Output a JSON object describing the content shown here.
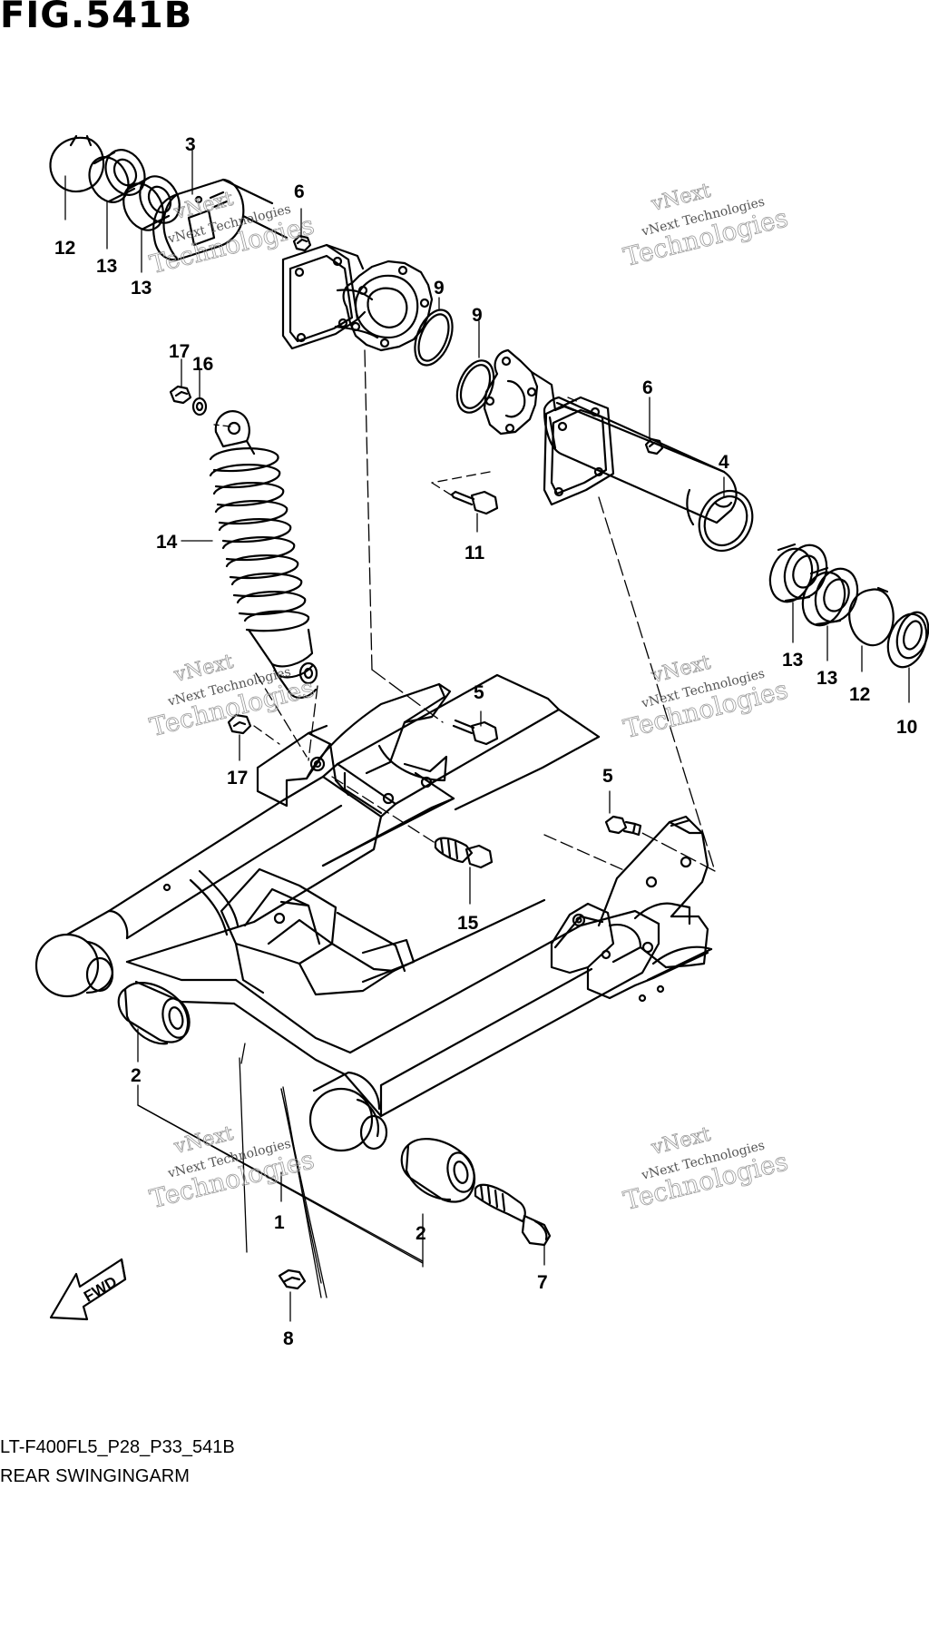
{
  "figure_title": "FIG.541B",
  "drawing_code": "LT-F400FL5_P28_P33_541B",
  "drawing_name": "REAR SWINGINGARM",
  "direction_label": "FWD",
  "watermark": {
    "line1": "vNext Technologies",
    "line2": "Technologies",
    "line3": "vNext"
  },
  "callouts": [
    "1",
    "2",
    "2",
    "3",
    "4",
    "5",
    "5",
    "6",
    "6",
    "7",
    "8",
    "9",
    "9",
    "10",
    "11",
    "12",
    "12",
    "13",
    "13",
    "13",
    "13",
    "14",
    "15",
    "16",
    "17",
    "17"
  ]
}
